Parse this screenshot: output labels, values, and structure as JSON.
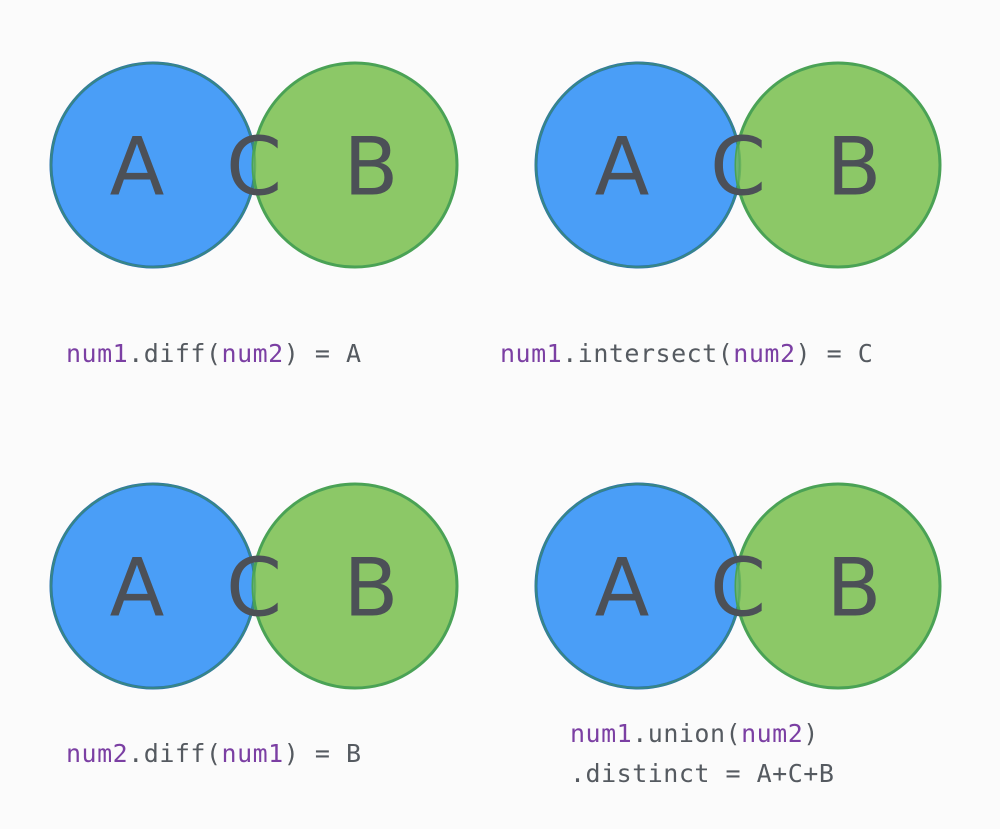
{
  "colors": {
    "circle_a_fill": "#4a9ef7",
    "circle_a_stroke": "#1f63c6",
    "circle_b_fill": "#8cc867",
    "circle_b_stroke": "#4aa255",
    "overlap_fill": "#6bb373",
    "letter": "#4c5057",
    "code_text": "#555a60",
    "code_variable": "#7b3fa3"
  },
  "panels": [
    {
      "labels": {
        "a": "A",
        "c": "C",
        "b": "B"
      },
      "caption": {
        "lines": [
          [
            {
              "text": "num1",
              "role": "var"
            },
            {
              "text": ".diff(",
              "role": "plain"
            },
            {
              "text": "num2",
              "role": "var"
            },
            {
              "text": ") = A",
              "role": "plain"
            }
          ]
        ]
      }
    },
    {
      "labels": {
        "a": "A",
        "c": "C",
        "b": "B"
      },
      "caption": {
        "lines": [
          [
            {
              "text": "num1",
              "role": "var"
            },
            {
              "text": ".intersect(",
              "role": "plain"
            },
            {
              "text": "num2",
              "role": "var"
            },
            {
              "text": ") = C",
              "role": "plain"
            }
          ]
        ]
      }
    },
    {
      "labels": {
        "a": "A",
        "c": "C",
        "b": "B"
      },
      "caption": {
        "lines": [
          [
            {
              "text": "num2",
              "role": "var"
            },
            {
              "text": ".diff(",
              "role": "plain"
            },
            {
              "text": "num1",
              "role": "var"
            },
            {
              "text": ") = B",
              "role": "plain"
            }
          ]
        ]
      }
    },
    {
      "labels": {
        "a": "A",
        "c": "C",
        "b": "B"
      },
      "caption": {
        "lines": [
          [
            {
              "text": "num1",
              "role": "var"
            },
            {
              "text": ".union(",
              "role": "plain"
            },
            {
              "text": "num2",
              "role": "var"
            },
            {
              "text": ")",
              "role": "plain"
            }
          ],
          [
            {
              "text": ".distinct = A+C+B",
              "role": "plain"
            }
          ]
        ]
      }
    }
  ]
}
